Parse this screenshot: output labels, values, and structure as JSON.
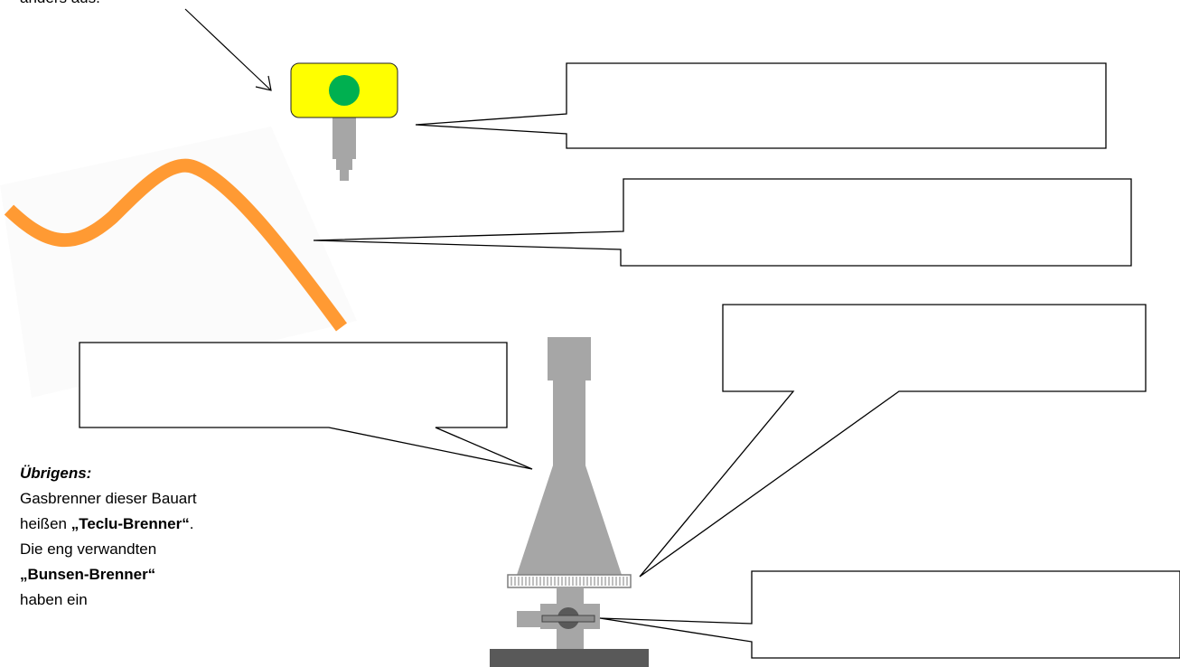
{
  "top_text": "anders aus.",
  "note": {
    "heading": "Übrigens:",
    "text1": "Gasbrenner dieser Bauart heißen ",
    "bold1": "„Teclu-Brenner“",
    "text2": ". Die eng verwandten ",
    "bold2": "„Bunsen-Brenner“",
    "text3": " haben ein"
  },
  "colors": {
    "valve_body": "#ffff00",
    "valve_knob": "#00b050",
    "hose": "#ff9a33",
    "burner_gray": "#a6a6a6",
    "base_dark": "#595959"
  },
  "callouts": [
    "",
    "",
    "",
    "",
    ""
  ]
}
